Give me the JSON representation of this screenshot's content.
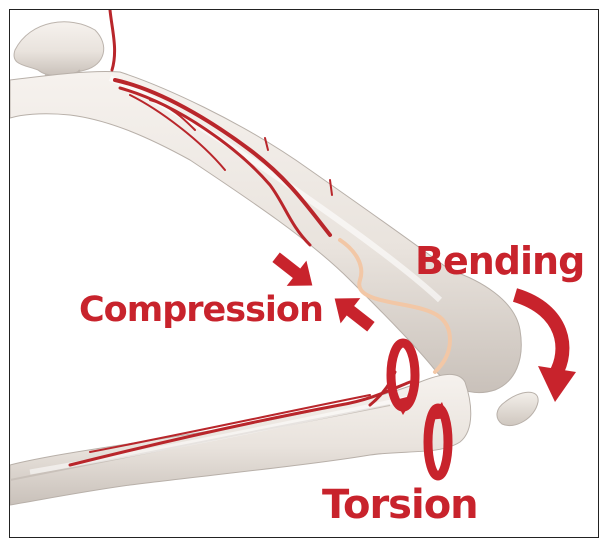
{
  "labels": {
    "bending": "Bending",
    "compression": "Compression",
    "torsion": "Torsion"
  },
  "colors": {
    "accent": "#c8232c",
    "bone": "#ece7e2",
    "bone_shadow": "#cfc8c2",
    "vessel": "#b9262b",
    "nerve": "#f2c7a6"
  },
  "icons": {
    "compression_arrows": "inward-arrows-icon",
    "bending_arrow": "curved-arrow-icon",
    "torsion_arrows": "twist-arrows-icon"
  }
}
